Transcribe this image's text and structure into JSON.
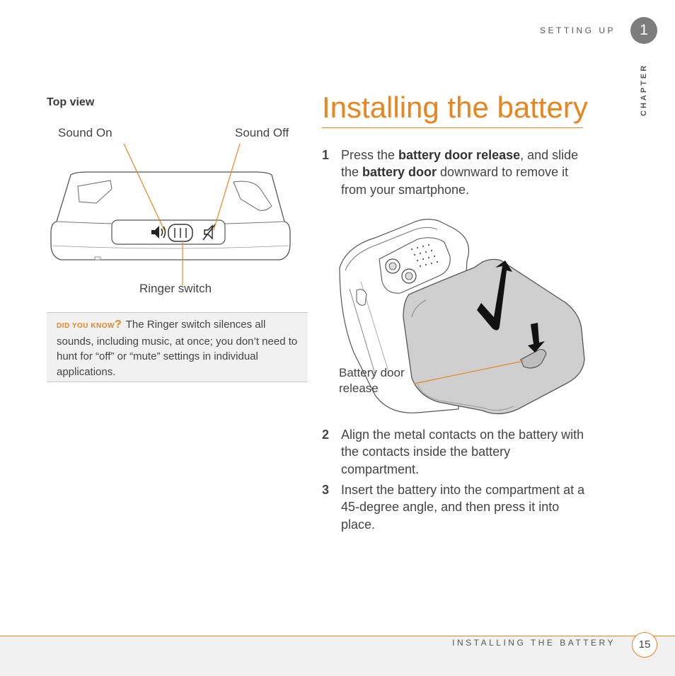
{
  "header": {
    "running_head": "SETTING UP",
    "chapter_number": "1",
    "chapter_label": "CHAPTER"
  },
  "left": {
    "figure_title": "Top view",
    "callouts": {
      "sound_on": "Sound On",
      "sound_off": "Sound Off",
      "ringer_switch": "Ringer switch"
    },
    "tip": {
      "label": "DID YOU KNOW",
      "mark": "?",
      "text": "The Ringer switch silences all sounds, including music, at once; you don’t need to hunt for “off” or “mute” settings in individual applications."
    }
  },
  "right": {
    "heading": "Installing the battery",
    "steps": [
      {
        "num": "1",
        "before1": "Press the ",
        "bold1": "battery door release",
        "between": ", and slide the ",
        "bold2": "battery door",
        "after": " downward to remove it from your smartphone."
      },
      {
        "num": "2",
        "text": "Align the metal contacts on the battery with the contacts inside the battery compartment."
      },
      {
        "num": "3",
        "text": "Insert the battery into the compartment at a 45-degree angle, and then press it into place."
      }
    ],
    "figure_callout_line1": "Battery door",
    "figure_callout_line2": "release"
  },
  "footer": {
    "running_foot": "INSTALLING THE BATTERY",
    "page_number": "15"
  },
  "colors": {
    "accent": "#e8851f",
    "text": "#444444",
    "tip_background": "#f1f1f1"
  }
}
